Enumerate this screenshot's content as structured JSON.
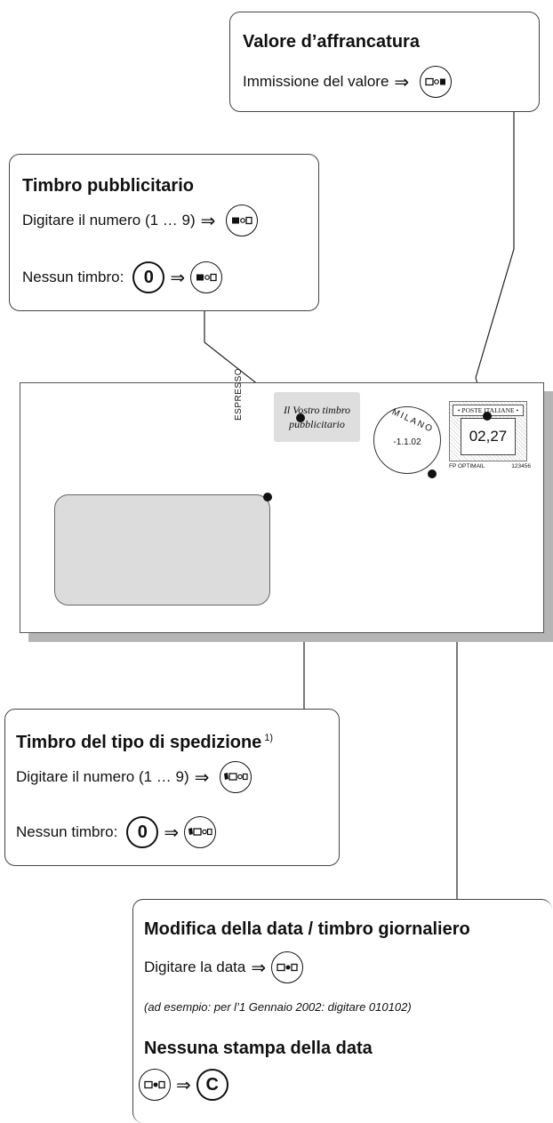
{
  "valore": {
    "title": "Valore d’affrancatura",
    "line1": "Immissione del valore",
    "key_icon": "key-value-entry-icon"
  },
  "pubblicitario": {
    "title": "Timbro pubblicitario",
    "line1": "Digitare il numero (1 … 9)",
    "line2": "Nessun timbro:",
    "zero_key": "0",
    "key_icon": "key-advert-stamp-icon"
  },
  "spedizione": {
    "title": "Timbro del tipo di spedizione",
    "footnote": "1)",
    "line1": "Digitare il numero (1 … 9)",
    "line2": "Nessun timbro:",
    "zero_key": "0",
    "key_icon": "key-shipping-type-icon"
  },
  "data": {
    "title": "Modifica della data / timbro giornaliero",
    "line1": "Digitare la data",
    "example": "(ad esempio: per l’1 Gennaio 2002: digitare 010102)",
    "title2": "Nessuna stampa della data",
    "c_key": "C",
    "key_icon": "key-date-icon"
  },
  "envelope": {
    "espresso": "ESPRESSO",
    "ad_line1": "Il Vostro timbro",
    "ad_line2": "pubblicitario",
    "city": "MILANO",
    "date": "-1.1.02",
    "frank_header": "• POSTE ITALIANE •",
    "frank_value": "02,27",
    "frank_left": "FP OPTIMAIL",
    "frank_right": "123456"
  },
  "arrow": "⇒"
}
